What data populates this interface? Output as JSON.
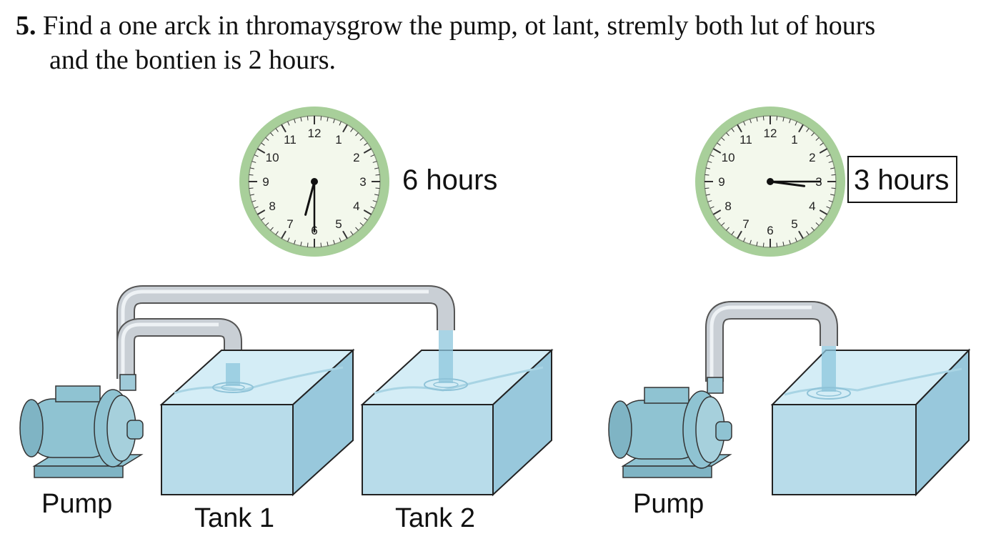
{
  "question": {
    "number": "5.",
    "line1": "Find a one arck in thromaysgrow the pump, ot lant, stremly both lut of hours",
    "line2": "and the bontien is 2 hours."
  },
  "clock_numbers": [
    "12",
    "1",
    "2",
    "3",
    "4",
    "5",
    "6",
    "7",
    "8",
    "9",
    "10",
    "11"
  ],
  "left_scene": {
    "clock_hours_label": "6 hours",
    "clock_reading": {
      "hour": 6,
      "minute": 30
    },
    "pump_label": "Pump",
    "tank1_label": "Tank 1",
    "tank2_label": "Tank 2"
  },
  "right_scene": {
    "clock_hours_label": "3 hours",
    "clock_reading": {
      "hour": 3,
      "minute": 15
    },
    "pump_label": "Pump"
  },
  "colors": {
    "clock_rim": "#a8cf9a",
    "clock_face": "#f3f8ec",
    "water_front": "#b8dcea",
    "water_side": "#98c8dc",
    "water_top": "#d4edf6",
    "pump_body": "#8fc3d2",
    "pipe": "#c9cfd5"
  }
}
